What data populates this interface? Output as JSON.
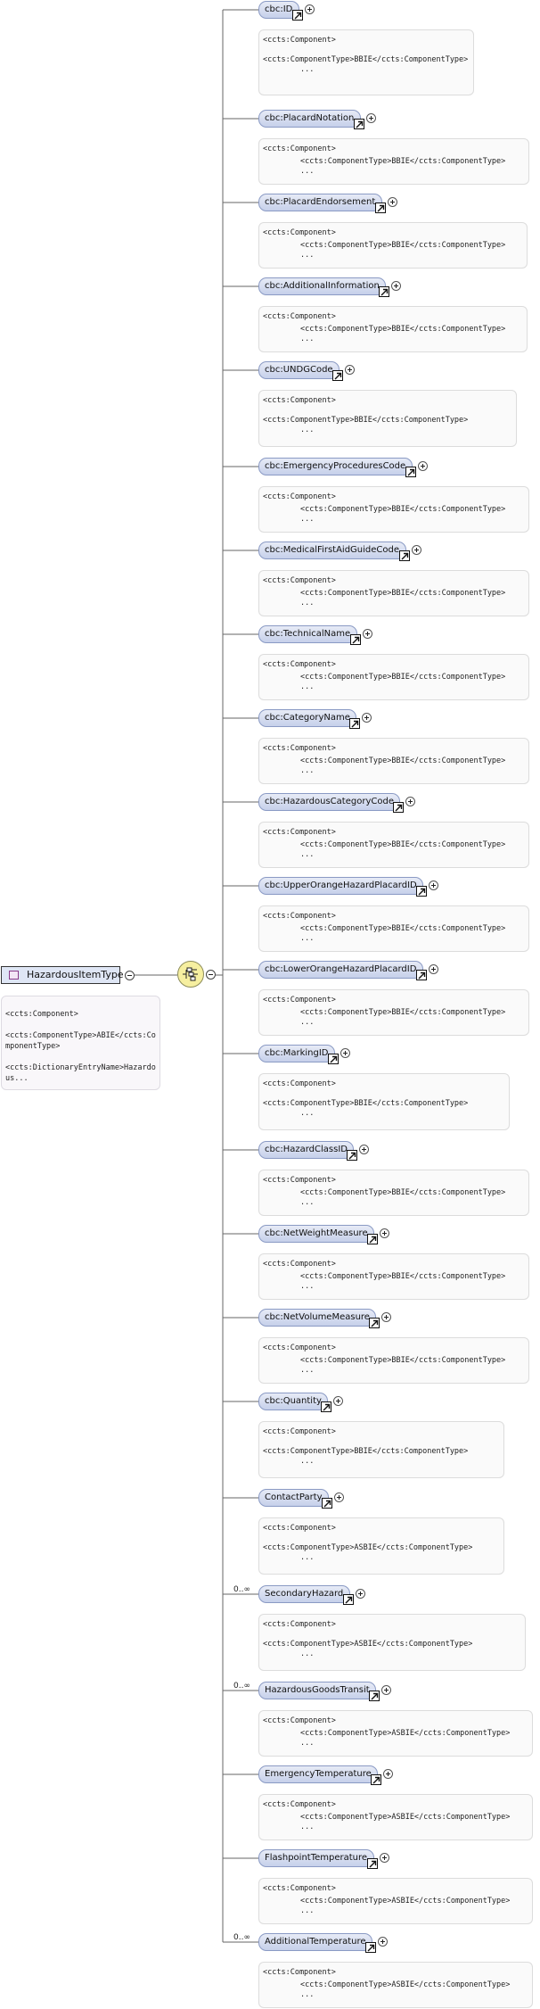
{
  "root": {
    "name": "HazardousItemType",
    "annotation": [
      "<ccts:Component>",
      "<ccts:ComponentType>ABIE</ccts:ComponentType>",
      "<ccts:DictionaryEntryName>Hazardous..."
    ]
  },
  "elements": [
    {
      "name": "cbc:ID",
      "occurs": "",
      "type_line": "<ccts:ComponentType>BBIE</ccts:ComponentType>",
      "wrapped": true
    },
    {
      "name": "cbc:PlacardNotation",
      "occurs": "",
      "type_line": "<ccts:ComponentType>BBIE</ccts:ComponentType>",
      "wrapped": false
    },
    {
      "name": "cbc:PlacardEndorsement",
      "occurs": "",
      "type_line": "<ccts:ComponentType>BBIE</ccts:ComponentType>",
      "wrapped": false
    },
    {
      "name": "cbc:AdditionalInformation",
      "occurs": "",
      "type_line": "<ccts:ComponentType>BBIE</ccts:ComponentType>",
      "wrapped": false
    },
    {
      "name": "cbc:UNDGCode",
      "occurs": "",
      "type_line": "<ccts:ComponentType>BBIE</ccts:ComponentType>",
      "wrapped": true
    },
    {
      "name": "cbc:EmergencyProceduresCode",
      "occurs": "",
      "type_line": "<ccts:ComponentType>BBIE</ccts:ComponentType>",
      "wrapped": false
    },
    {
      "name": "cbc:MedicalFirstAidGuideCode",
      "occurs": "",
      "type_line": "<ccts:ComponentType>BBIE</ccts:ComponentType>",
      "wrapped": false
    },
    {
      "name": "cbc:TechnicalName",
      "occurs": "",
      "type_line": "<ccts:ComponentType>BBIE</ccts:ComponentType>",
      "wrapped": false
    },
    {
      "name": "cbc:CategoryName",
      "occurs": "",
      "type_line": "<ccts:ComponentType>BBIE</ccts:ComponentType>",
      "wrapped": false
    },
    {
      "name": "cbc:HazardousCategoryCode",
      "occurs": "",
      "type_line": "<ccts:ComponentType>BBIE</ccts:ComponentType>",
      "wrapped": false
    },
    {
      "name": "cbc:UpperOrangeHazardPlacardID",
      "occurs": "",
      "type_line": "<ccts:ComponentType>BBIE</ccts:ComponentType>",
      "wrapped": false
    },
    {
      "name": "cbc:LowerOrangeHazardPlacardID",
      "occurs": "",
      "type_line": "<ccts:ComponentType>BBIE</ccts:ComponentType>",
      "wrapped": false
    },
    {
      "name": "cbc:MarkingID",
      "occurs": "",
      "type_line": "<ccts:ComponentType>BBIE</ccts:ComponentType>",
      "wrapped": true
    },
    {
      "name": "cbc:HazardClassID",
      "occurs": "",
      "type_line": "<ccts:ComponentType>BBIE</ccts:ComponentType>",
      "wrapped": false
    },
    {
      "name": "cbc:NetWeightMeasure",
      "occurs": "",
      "type_line": "<ccts:ComponentType>BBIE</ccts:ComponentType>",
      "wrapped": false
    },
    {
      "name": "cbc:NetVolumeMeasure",
      "occurs": "",
      "type_line": "<ccts:ComponentType>BBIE</ccts:ComponentType>",
      "wrapped": false
    },
    {
      "name": "cbc:Quantity",
      "occurs": "",
      "type_line": "<ccts:ComponentType>BBIE</ccts:ComponentType>",
      "wrapped": true
    },
    {
      "name": "ContactParty",
      "occurs": "",
      "type_line": "<ccts:ComponentType>ASBIE</ccts:ComponentType>",
      "wrapped": true
    },
    {
      "name": "SecondaryHazard",
      "occurs": "0..∞",
      "type_line": "<ccts:ComponentType>ASBIE</ccts:ComponentType>",
      "wrapped": true
    },
    {
      "name": "HazardousGoodsTransit",
      "occurs": "0..∞",
      "type_line": "<ccts:ComponentType>ASBIE</ccts:ComponentType>",
      "wrapped": false
    },
    {
      "name": "EmergencyTemperature",
      "occurs": "",
      "type_line": "<ccts:ComponentType>ASBIE</ccts:ComponentType>",
      "wrapped": false
    },
    {
      "name": "FlashpointTemperature",
      "occurs": "",
      "type_line": "<ccts:ComponentType>ASBIE</ccts:ComponentType>",
      "wrapped": false
    },
    {
      "name": "AdditionalTemperature",
      "occurs": "0..∞",
      "type_line": "<ccts:ComponentType>ASBIE</ccts:ComponentType>",
      "wrapped": false
    }
  ],
  "annotation": {
    "component_line": "<ccts:Component>",
    "ellipsis": "..."
  }
}
